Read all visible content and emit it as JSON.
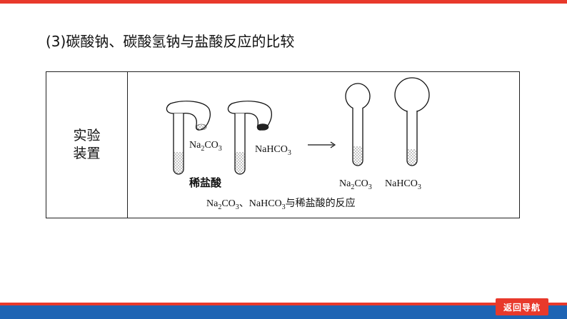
{
  "heading": "(3)碳酸钠、碳酸氢钠与盐酸反应的比较",
  "table": {
    "row_label_line1": "实验",
    "row_label_line2": "装置"
  },
  "diagram": {
    "left_tube_label_main": "Na",
    "left_tube_label_sub": "2",
    "left_tube_label_rest": "CO",
    "left_tube_label_sub2": "3",
    "right_tube_label_main": "NaHCO",
    "right_tube_label_sub": "3",
    "acid_label": "稀盐酸",
    "result1_main": "Na",
    "result1_sub": "2",
    "result1_rest": "CO",
    "result1_sub2": "3",
    "result2_main": "NaHCO",
    "result2_sub": "3",
    "caption_p1": "Na",
    "caption_s1": "2",
    "caption_p2": "CO",
    "caption_s2": "3",
    "caption_p3": "、NaHCO",
    "caption_s3": "3",
    "caption_p4": "与稀盐酸的反应"
  },
  "footer": {
    "nav_label": "返回导航"
  },
  "colors": {
    "accent_red": "#e8392b",
    "footer_blue": "#1e64b4"
  }
}
